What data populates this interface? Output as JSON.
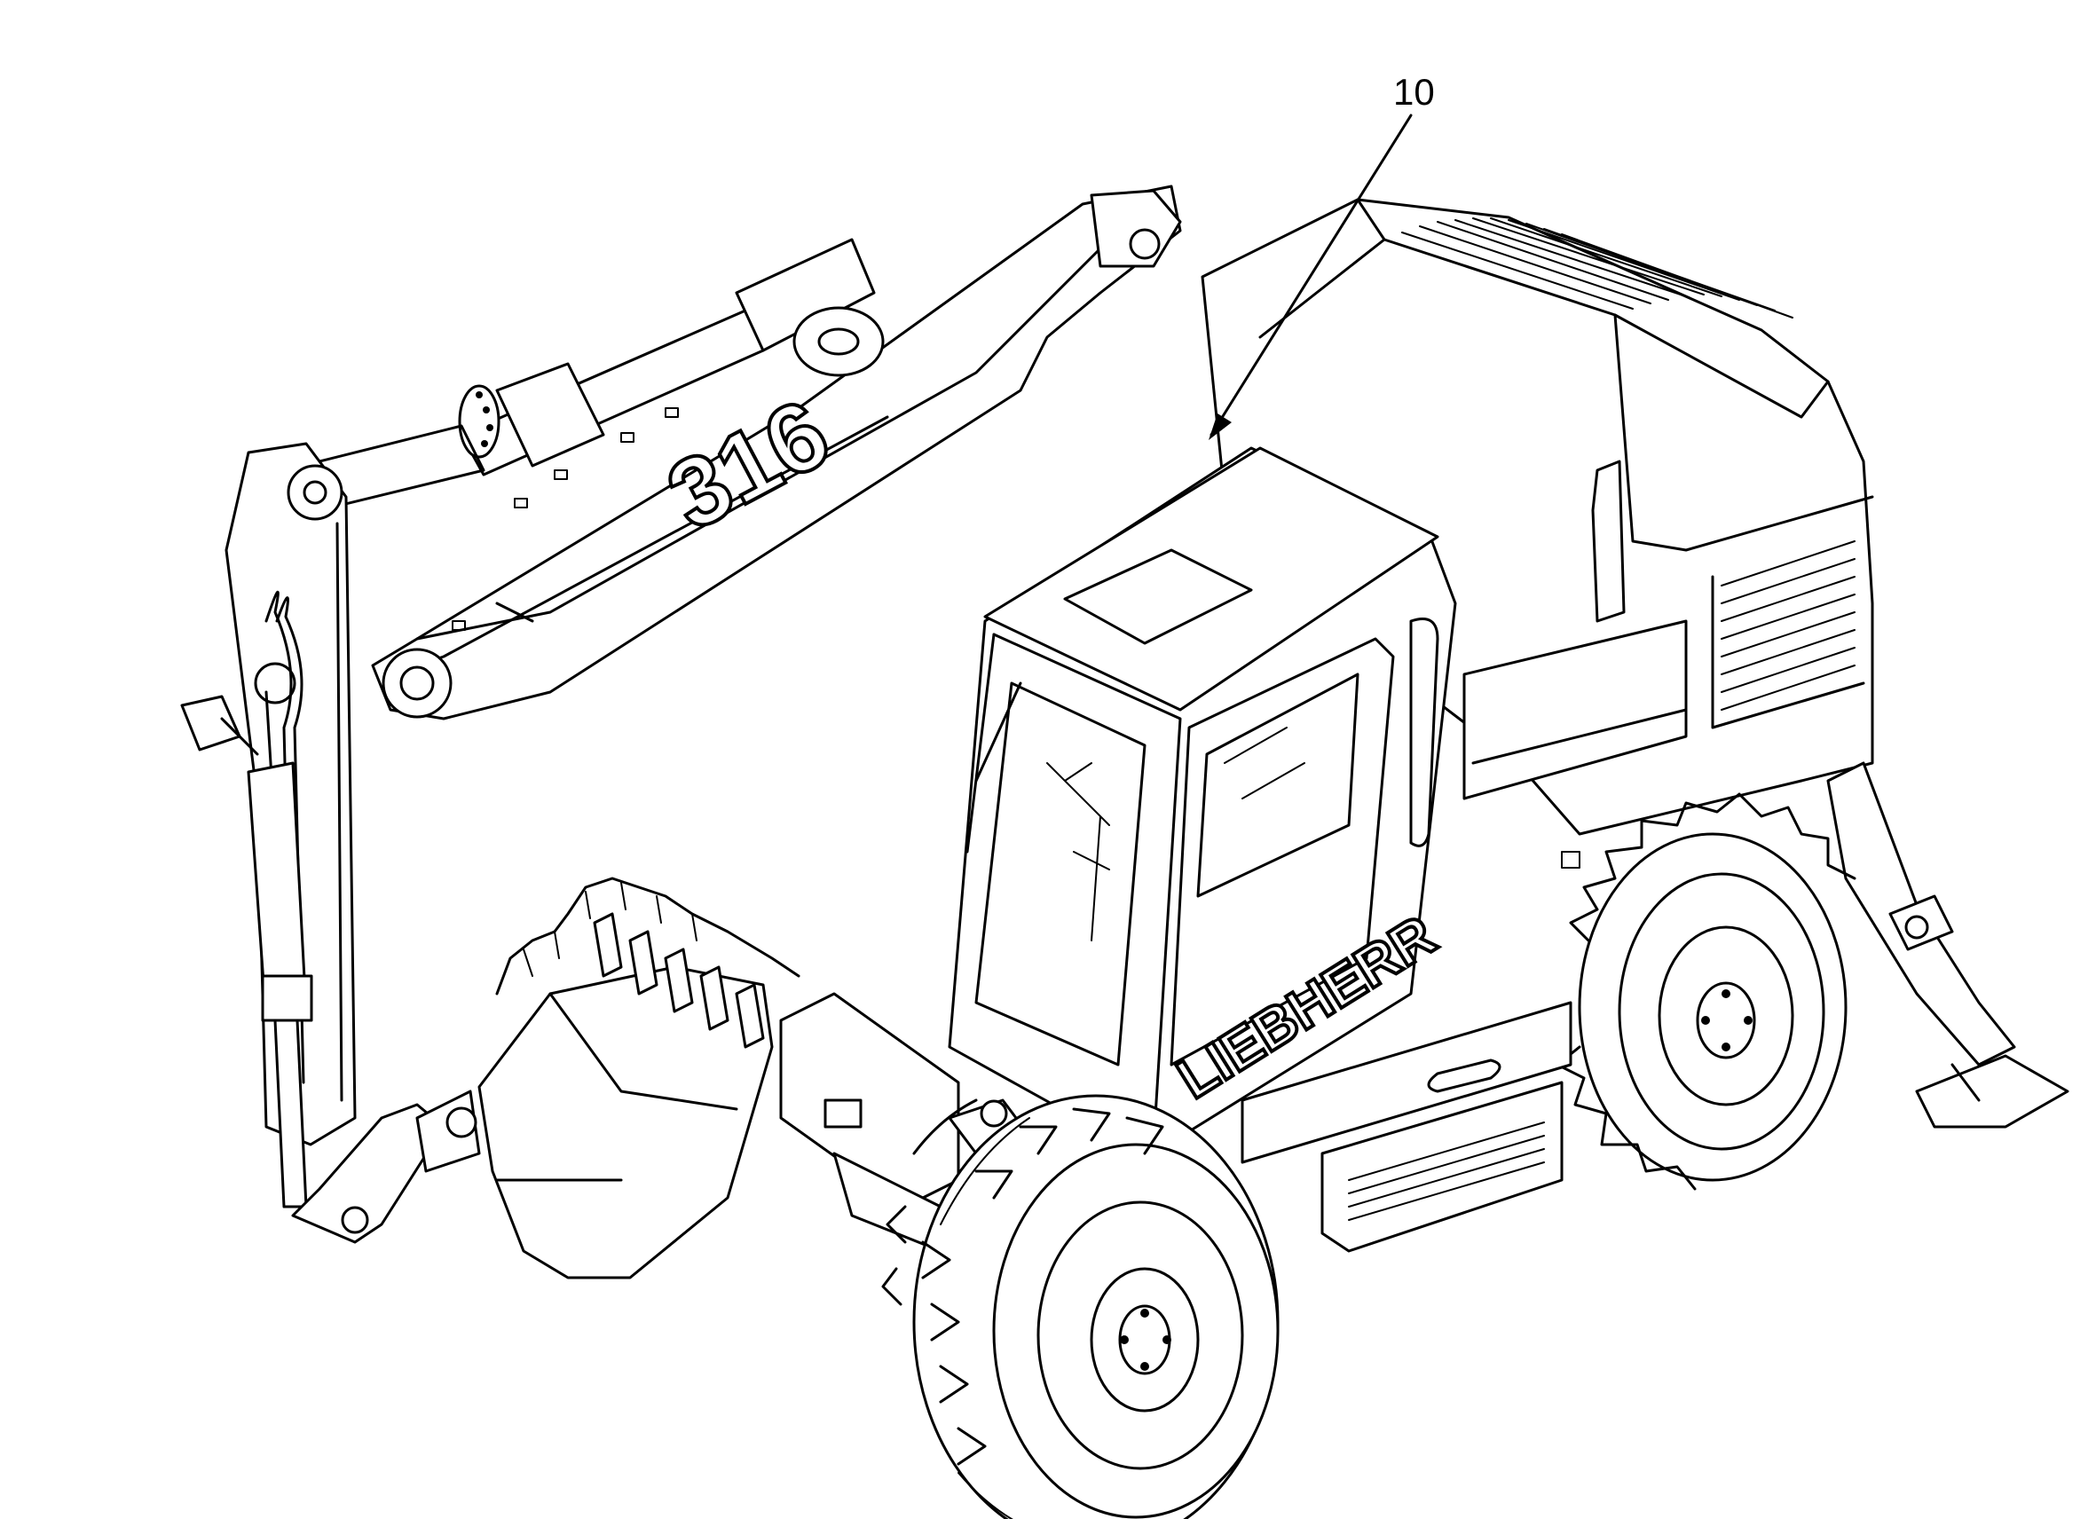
{
  "callout": {
    "number": "10"
  },
  "decals": {
    "model": "316",
    "brand": "LIEBHERR"
  }
}
